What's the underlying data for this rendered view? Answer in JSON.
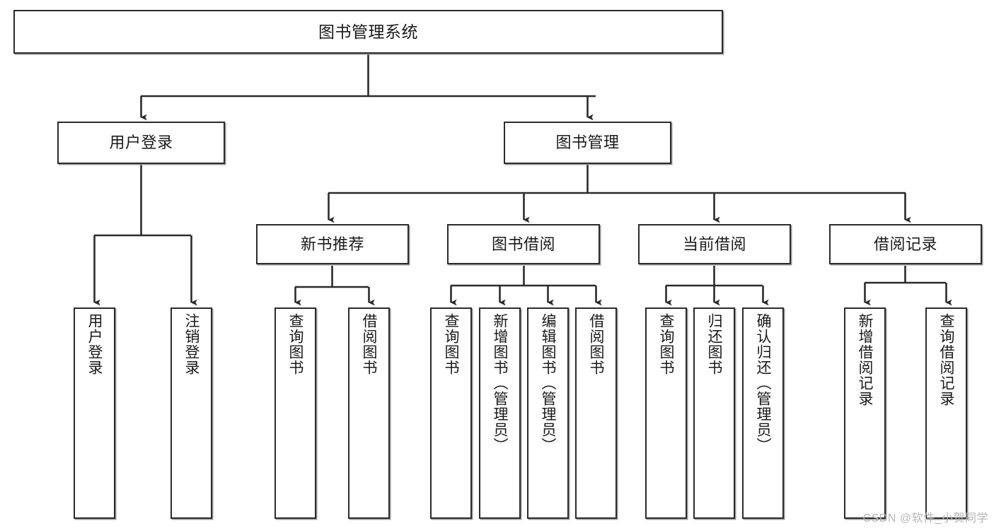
{
  "diagram": {
    "title": "图书管理系统",
    "type": "tree-hierarchy-chart",
    "orientation": "top-down",
    "colors": {
      "box_border": "#2b2b2b",
      "box_fill": "#ffffff",
      "box_shadow": "#9a9a9a",
      "connector": "#2b2b2b",
      "text": "#1a1a1a",
      "watermark": "#b6b6b6",
      "background": "#ffffff"
    },
    "root": {
      "label": "图书管理系统"
    },
    "level1": [
      {
        "label": "用户登录"
      },
      {
        "label": "图书管理"
      }
    ],
    "level2": [
      {
        "label": "新书推荐"
      },
      {
        "label": "图书借阅"
      },
      {
        "label": "当前借阅"
      },
      {
        "label": "借阅记录"
      }
    ],
    "leaves": {
      "user_login": [
        {
          "label": "用户登录"
        },
        {
          "label": "注销登录"
        }
      ],
      "new_book_recommend": [
        {
          "label": "查询图书"
        },
        {
          "label": "借阅图书"
        }
      ],
      "book_borrow": [
        {
          "label": "查询图书"
        },
        {
          "label": "新增图书（管理员）"
        },
        {
          "label": "编辑图书（管理员）"
        },
        {
          "label": "借阅图书"
        }
      ],
      "current_borrow": [
        {
          "label": "查询图书"
        },
        {
          "label": "归还图书"
        },
        {
          "label": "确认归还（管理员）"
        }
      ],
      "borrow_record": [
        {
          "label": "新增借阅记录"
        },
        {
          "label": "查询借阅记录"
        }
      ]
    },
    "watermark": "CSDN @软件_小贺同学"
  }
}
